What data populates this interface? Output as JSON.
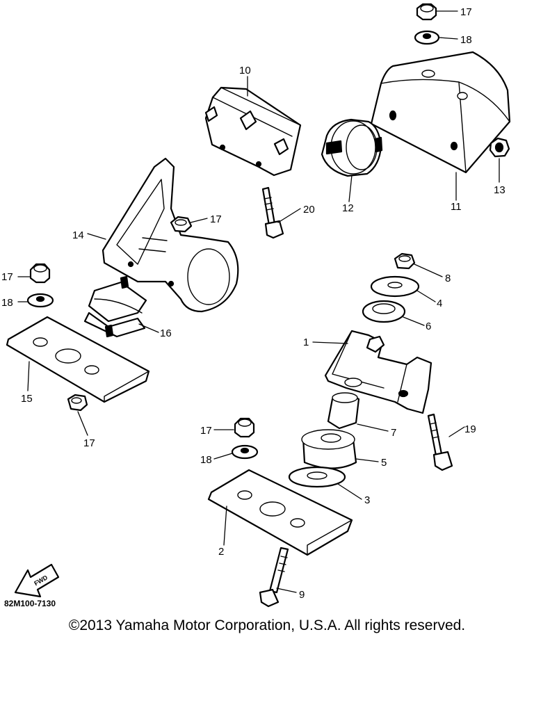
{
  "diagram": {
    "callouts": [
      {
        "id": "c1",
        "label": "1"
      },
      {
        "id": "c2",
        "label": "2"
      },
      {
        "id": "c3",
        "label": "3"
      },
      {
        "id": "c4",
        "label": "4"
      },
      {
        "id": "c5",
        "label": "5"
      },
      {
        "id": "c6",
        "label": "6"
      },
      {
        "id": "c7",
        "label": "7"
      },
      {
        "id": "c8",
        "label": "8"
      },
      {
        "id": "c9",
        "label": "9"
      },
      {
        "id": "c10",
        "label": "10"
      },
      {
        "id": "c11",
        "label": "11"
      },
      {
        "id": "c12",
        "label": "12"
      },
      {
        "id": "c13",
        "label": "13"
      },
      {
        "id": "c14",
        "label": "14"
      },
      {
        "id": "c15",
        "label": "15"
      },
      {
        "id": "c16",
        "label": "16"
      },
      {
        "id": "c17a",
        "label": "17"
      },
      {
        "id": "c18a",
        "label": "18"
      },
      {
        "id": "c17b",
        "label": "17"
      },
      {
        "id": "c17c",
        "label": "17"
      },
      {
        "id": "c18b",
        "label": "18"
      },
      {
        "id": "c17d",
        "label": "17"
      },
      {
        "id": "c17e",
        "label": "17"
      },
      {
        "id": "c18c",
        "label": "18"
      },
      {
        "id": "c19",
        "label": "19"
      },
      {
        "id": "c20",
        "label": "20"
      }
    ],
    "fwd_label": "FWD",
    "diagram_code": "82M100-7130"
  },
  "footer": {
    "copyright": "©2013 Yamaha Motor Corporation, U.S.A. All rights reserved."
  }
}
